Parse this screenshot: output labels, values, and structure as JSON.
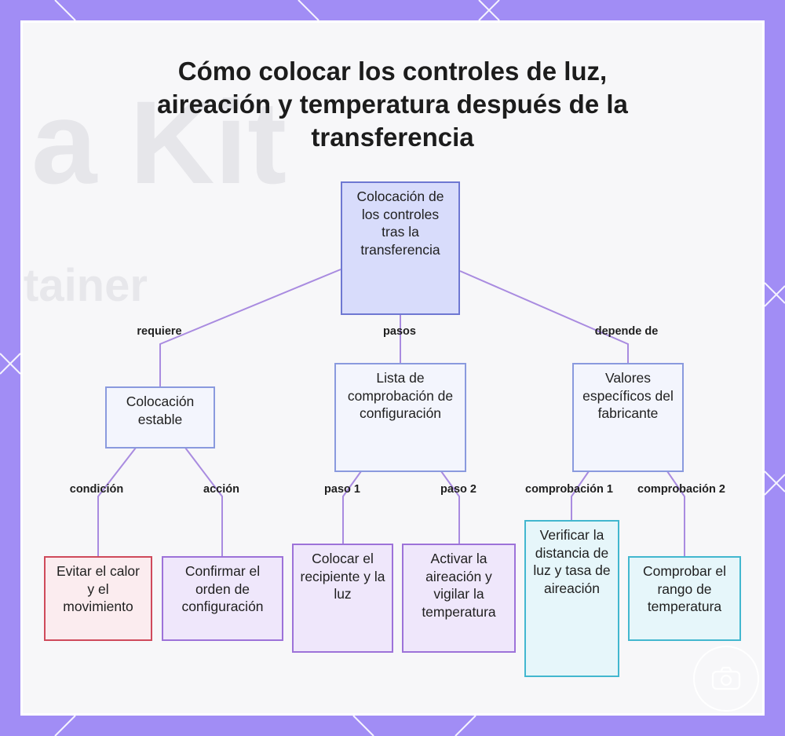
{
  "title": "Cómo colocar los controles de luz, aireación y temperatura después de la transferencia",
  "nodes": {
    "root": "Colocación de los controles tras la transferencia",
    "stable": "Colocación estable",
    "checklist": "Lista de comprobación de configuración",
    "values": "Valores específicos del fabricante",
    "avoid": "Evitar el calor y el movimiento",
    "confirm": "Confirmar el orden de configuración",
    "place": "Colocar el recipiente y la luz",
    "activate": "Activar la aireación y vigilar la temperatura",
    "verify": "Verificar la distancia de luz y tasa de aireación",
    "check_range": "Comprobar el rango de temperatura"
  },
  "edges": {
    "requires": "requiere",
    "steps": "pasos",
    "depends_on": "depende de",
    "condition": "condición",
    "action": "acción",
    "step1": "paso 1",
    "step2": "paso 2",
    "check1": "comprobación 1",
    "check2": "comprobación 2"
  },
  "colors": {
    "frame": "#a18df5",
    "connector": "#a98be0",
    "root_fill": "#d8dcfb",
    "red_border": "#cf4a5b",
    "purple_border": "#9d72d9",
    "cyan_border": "#42b7cf"
  },
  "logo": {
    "icon": "camera-icon"
  }
}
